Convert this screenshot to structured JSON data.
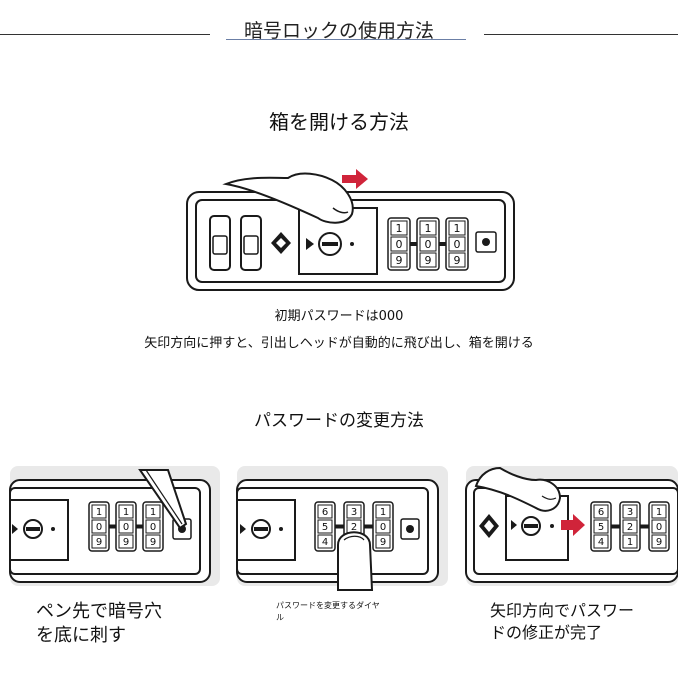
{
  "header": {
    "title": "暗号ロックの使用方法"
  },
  "open_section": {
    "heading": "箱を開ける方法",
    "initial_password": "初期パスワードは000",
    "instruction": "矢印方向に押すと、引出しヘッドが自動的に飛び出し、箱を開ける"
  },
  "change_section": {
    "heading": "パスワードの変更方法",
    "steps": [
      {
        "label_line1": "ペン先で暗号穴",
        "label_line2": "を底に刺す"
      },
      {
        "label_line1": "パスワードを変更するダイヤ",
        "label_line2": "ル"
      },
      {
        "label_line1": "矢印方向でパスワー",
        "label_line2": "ドの修正が完了"
      }
    ]
  },
  "dials": {
    "main": [
      [
        "1",
        "0",
        "9"
      ],
      [
        "1",
        "0",
        "9"
      ],
      [
        "1",
        "0",
        "9"
      ]
    ],
    "step1": [
      [
        "1",
        "0",
        "9"
      ],
      [
        "1",
        "0",
        "9"
      ],
      [
        "1",
        "0",
        "9"
      ]
    ],
    "step2": [
      [
        "6",
        "5",
        "4"
      ],
      [
        "3",
        "2",
        "1"
      ],
      [
        "1",
        "0",
        "9"
      ]
    ],
    "step3": [
      [
        "6",
        "5",
        "4"
      ],
      [
        "3",
        "2",
        "1"
      ],
      [
        "1",
        "0",
        "9"
      ]
    ]
  },
  "colors": {
    "arrow": "#d0243a",
    "line": "#1a1a1a",
    "panel_bg": "#e9e9e9"
  }
}
